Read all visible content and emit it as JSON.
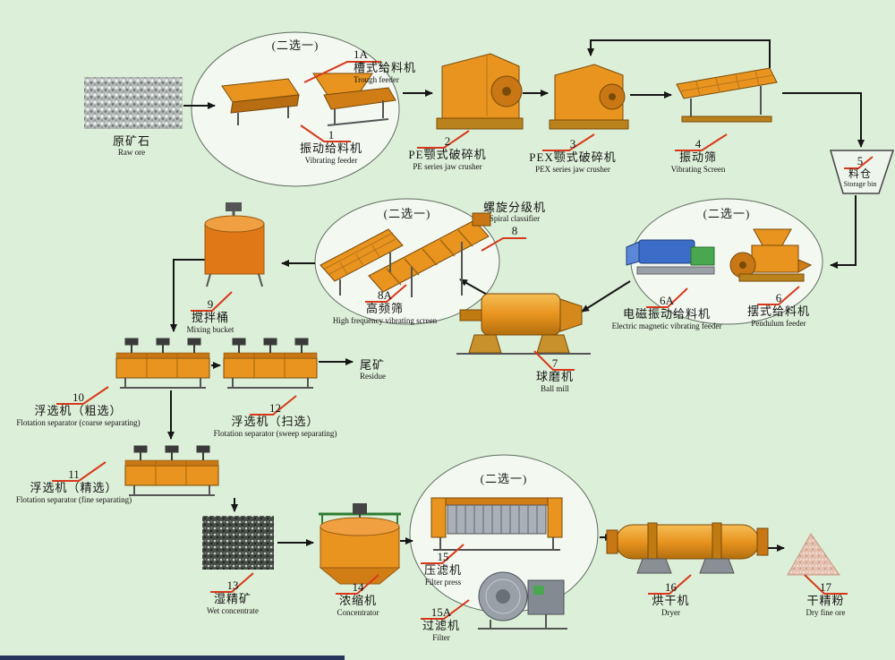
{
  "colors": {
    "background": "#dcefd8",
    "accent_red": "#d8391c",
    "equipment_orange": "#e8941f",
    "arrow_black": "#161616"
  },
  "choice_label": "(二选一)",
  "nodes": {
    "raw_ore": {
      "zh": "原矿石",
      "en": "Raw ore"
    },
    "trough_feeder": {
      "num": "1A",
      "zh": "槽式给料机",
      "en": "Trough feeder"
    },
    "vibrating_feeder": {
      "num": "1",
      "zh": "振动给料机",
      "en": "Vibrating feeder"
    },
    "pe_jaw_crusher": {
      "num": "2",
      "zh": "PE颚式破碎机",
      "en": "PE series jaw crusher"
    },
    "pex_jaw_crusher": {
      "num": "3",
      "zh": "PEX颚式破碎机",
      "en": "PEX series jaw crusher"
    },
    "vibrating_screen": {
      "num": "4",
      "zh": "振动筛",
      "en": "Vibrating Screen"
    },
    "storage_bin": {
      "num": "5",
      "zh": "料仓",
      "en": "Storage bin"
    },
    "pendulum_feeder": {
      "num": "6",
      "zh": "摆式给料机",
      "en": "Pendulum feeder"
    },
    "em_vibrating_feeder": {
      "num": "6A",
      "zh": "电磁振动给料机",
      "en": "Electric magnetic vibrating feeder"
    },
    "ball_mill": {
      "num": "7",
      "zh": "球磨机",
      "en": "Ball mill"
    },
    "spiral_classifier": {
      "num": "8",
      "zh": "螺旋分级机",
      "en": "Spiral classifier"
    },
    "hf_screen": {
      "num": "8A",
      "zh": "高频筛",
      "en": "High frequency vibrating screen"
    },
    "mixing_bucket": {
      "num": "9",
      "zh": "搅拌桶",
      "en": "Mixing bucket"
    },
    "flotation_coarse": {
      "num": "10",
      "zh": "浮选机（粗选）",
      "en": "Flotation separator (coarse separating)"
    },
    "flotation_fine": {
      "num": "11",
      "zh": "浮选机（精选）",
      "en": "Flotation separator (fine separating)"
    },
    "flotation_sweep": {
      "num": "12",
      "zh": "浮选机（扫选）",
      "en": "Flotation separator (sweep separating)"
    },
    "residue": {
      "zh": "尾矿",
      "en": "Residue"
    },
    "wet_concentrate": {
      "num": "13",
      "zh": "湿精矿",
      "en": "Wet concentrate"
    },
    "concentrator": {
      "num": "14",
      "zh": "浓缩机",
      "en": "Concentrator"
    },
    "filter_press": {
      "num": "15",
      "zh": "压滤机",
      "en": "Filter press"
    },
    "filter": {
      "num": "15A",
      "zh": "过滤机",
      "en": "Filter"
    },
    "dryer": {
      "num": "16",
      "zh": "烘干机",
      "en": "Dryer"
    },
    "dry_fine_ore": {
      "num": "17",
      "zh": "干精粉",
      "en": "Dry fine ore"
    }
  }
}
